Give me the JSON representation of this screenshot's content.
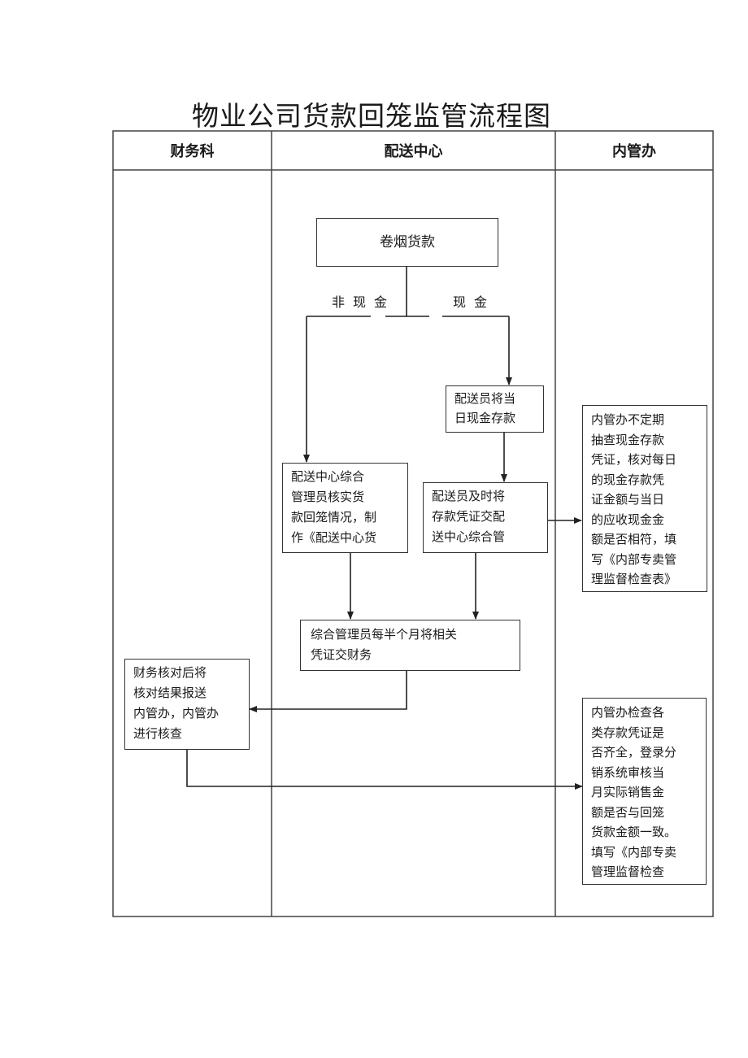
{
  "title": "物业公司货款回笼监管流程图",
  "columns": [
    "财务科",
    "配送中心",
    "内管办"
  ],
  "nodes": {
    "start": "卷烟货款",
    "deposit": "配送员将当\n日现金存款",
    "submit_voucher": "配送员及时将\n存款凭证交配\n送中心综合管",
    "verify": "配送中心综合\n管理员核实货\n款回笼情况，制\n作《配送中心货",
    "half_month": "综合管理员每半个月将相关\n凭证交财务",
    "finance_check": "财务核对后将\n核对结果报送\n内管办，内管办\n进行核查",
    "spot_check": "内管办不定期\n抽查现金存款\n凭证，核对每日\n的现金存款凭\n证金额与当日\n的应收现金金\n额是否相符，填\n写《内部专卖管\n理监督检查表》",
    "inspect": "内管办检查各\n类存款凭证是\n否齐全，登录分\n销系统审核当\n月实际销售金\n额是否与回笼\n货款金额一致。\n填写《内部专卖\n管理监督检查"
  },
  "branches": {
    "non_cash": "非现金",
    "cash": "现金"
  }
}
